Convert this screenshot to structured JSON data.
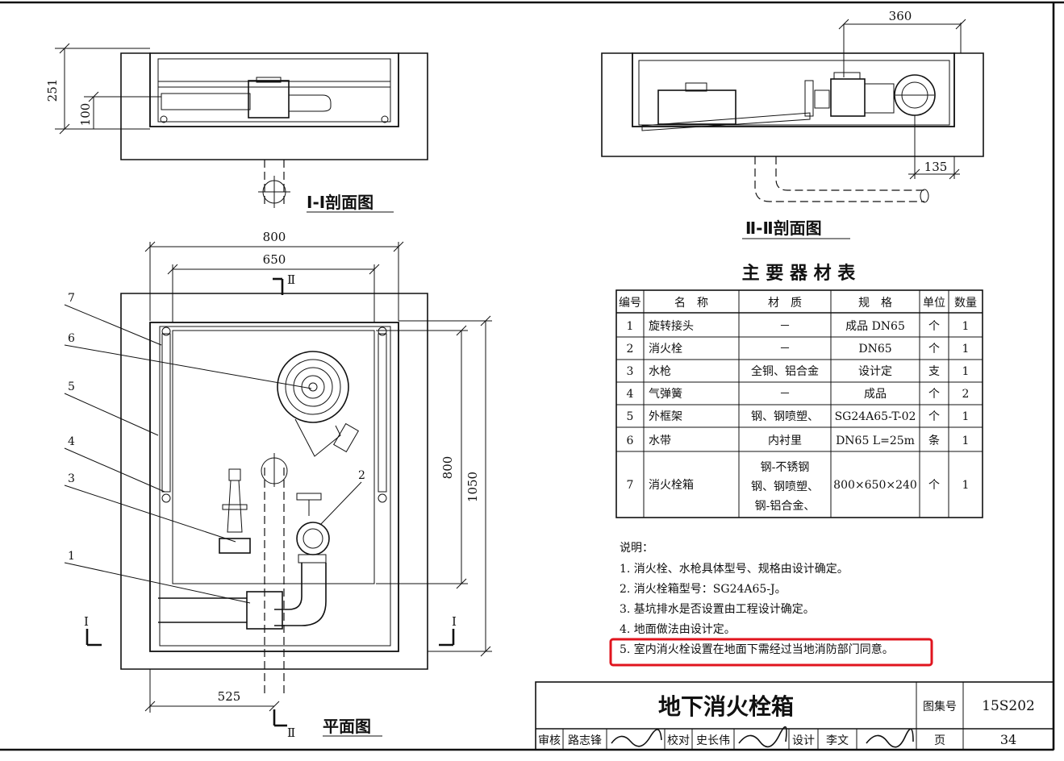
{
  "section1": {
    "title": "I-I剖面图",
    "dims": {
      "height_total": "251",
      "height_pipe": "100"
    }
  },
  "section2": {
    "title": "Ⅱ-Ⅱ剖面图",
    "dims": {
      "top": "360",
      "bottom": "135"
    }
  },
  "plan": {
    "title": "平面图",
    "dims": {
      "width_outer": "800",
      "width_inner": "650",
      "height_inner": "800",
      "height_outer": "1050",
      "pipe_offset": "525"
    },
    "cut_II": "Ⅱ",
    "cut_I": "I",
    "callouts": [
      "1",
      "2",
      "3",
      "4",
      "5",
      "6",
      "7"
    ]
  },
  "table": {
    "title": "主 要 器 材 表",
    "headers": [
      "编号",
      "名　称",
      "材　质",
      "规　格",
      "单位",
      "数量"
    ],
    "rows": [
      [
        "1",
        "旋转接头",
        "－",
        "成品 DN65",
        "个",
        "1"
      ],
      [
        "2",
        "消火栓",
        "－",
        "DN65",
        "个",
        "1"
      ],
      [
        "3",
        "水枪",
        "全铜、铝合金",
        "设计定",
        "支",
        "1"
      ],
      [
        "4",
        "气弹簧",
        "－",
        "成品",
        "个",
        "2"
      ],
      [
        "5",
        "外框架",
        "钢、钢喷塑、",
        "SG24A65-T-02",
        "个",
        "1"
      ],
      [
        "6",
        "水带",
        "内衬里",
        "DN65  L=25m",
        "条",
        "1"
      ],
      [
        "7",
        "消火栓箱",
        "",
        "800×650×240",
        "个",
        "1"
      ]
    ],
    "row7_material": [
      "钢-不锈钢",
      "钢、钢喷塑、",
      "钢-铝合金、"
    ]
  },
  "notes": {
    "heading": "说明：",
    "items": [
      "1. 消火栓、水枪具体型号、规格由设计确定。",
      "2. 消火栓箱型号：SG24A65-J。",
      "3. 基坑排水是否设置由工程设计确定。",
      "4. 地面做法由设计定。",
      "5. 室内消火栓设置在地面下需经过当地消防部门同意。"
    ]
  },
  "title_block": {
    "title": "地下消火栓箱",
    "atlas_label": "图集号",
    "atlas_no": "15S202",
    "review_label": "审核",
    "reviewer": "路志锋",
    "check_label": "校对",
    "checker": "史长伟",
    "design_label": "设计",
    "designer": "李文",
    "page_label": "页",
    "page_no": "34"
  },
  "colors": {
    "ink": "#111111",
    "highlight": "#e0141e"
  }
}
